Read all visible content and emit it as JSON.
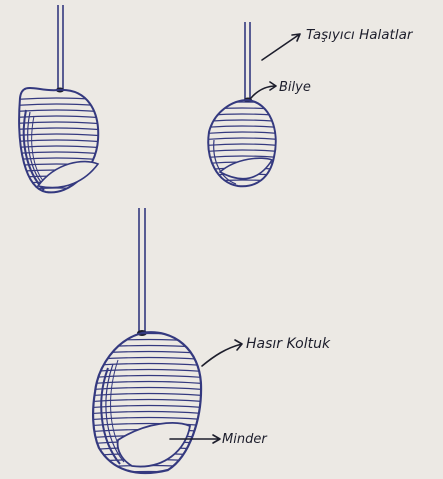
{
  "colors": {
    "paper": "#ece9e4",
    "ink_blue": "#34397f",
    "ink_black": "#1d1e2c"
  },
  "labels": {
    "cables": "Taşıyıcı Halatlar",
    "ball_joint": "Bilye",
    "wicker_seat": "Hasır Koltuk",
    "cushion": "Minder"
  }
}
